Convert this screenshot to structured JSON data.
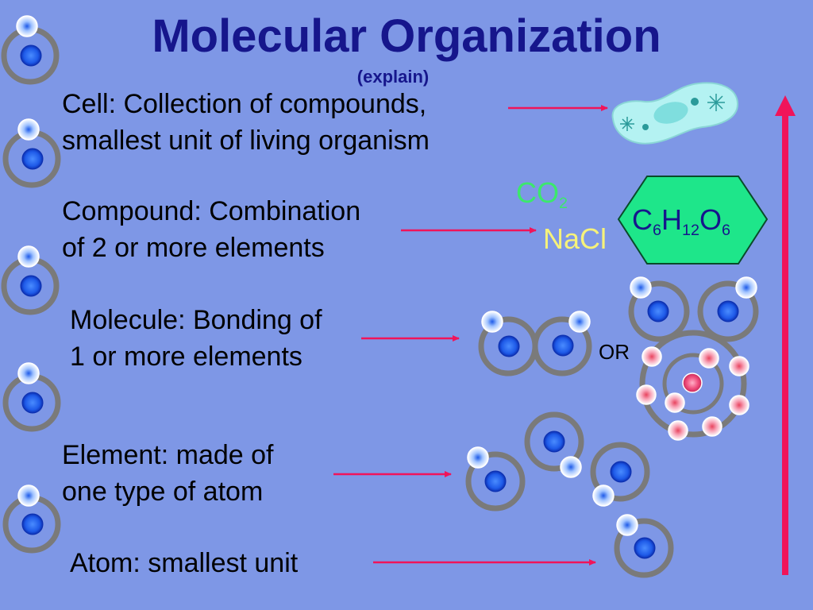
{
  "title": "Molecular Organization",
  "subtitle": "(explain)",
  "levels": {
    "cell": {
      "line1": "Cell:  Collection of compounds,",
      "line2": "smallest unit of living organism"
    },
    "compound": {
      "line1": "Compound: Combination",
      "line2": "of 2 or more elements"
    },
    "molecule": {
      "line1": "Molecule:  Bonding of",
      "line2": "1 or more elements"
    },
    "element": {
      "line1": "Element:  made of",
      "line2": "one type of atom"
    },
    "atom": {
      "line1": "Atom:  smallest unit"
    }
  },
  "formulas": {
    "co2": {
      "base": "CO",
      "sub": "2"
    },
    "nacl": "NaCl",
    "glucose": {
      "c": "C",
      "c_sub": "6",
      "h": "H",
      "h_sub": "12",
      "o": "O",
      "o_sub": "6"
    }
  },
  "or_label": "OR",
  "colors": {
    "background": "#7e97e6",
    "title": "#16168c",
    "arrow": "#f0145a",
    "orbit": "#7a7a7a",
    "nucleus_blue": "#1e5ae8",
    "electron_pink": "#f07a96",
    "hexagon": "#1ee68a",
    "co2": "#3ce86c",
    "nacl": "#f6f27a",
    "cell": "#b4f2f2"
  }
}
